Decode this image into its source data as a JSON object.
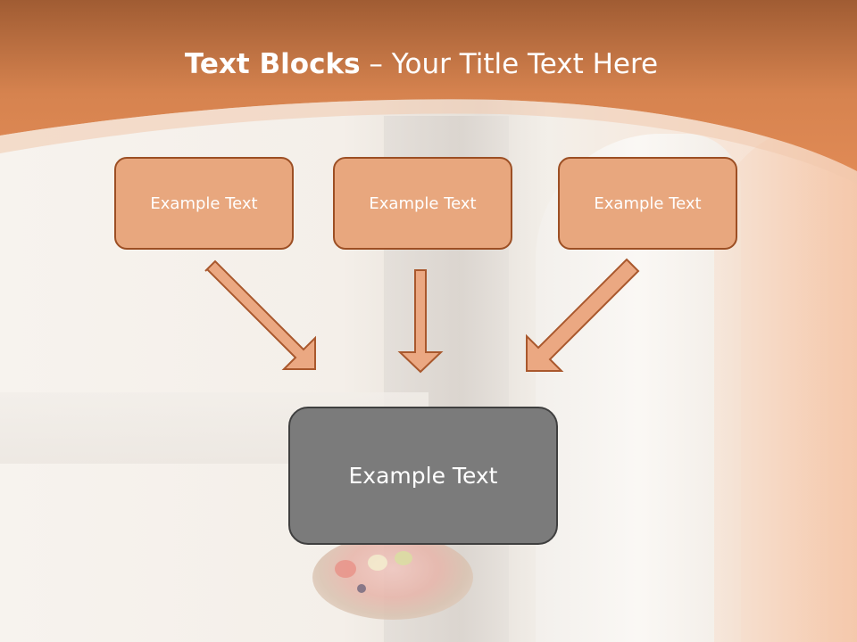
{
  "slide": {
    "title_bold": "Text Blocks",
    "title_dash": " – ",
    "title_rest": "Your Title Text Here",
    "blocks": [
      {
        "label": "Example Text"
      },
      {
        "label": "Example Text"
      },
      {
        "label": "Example Text"
      }
    ],
    "main_block": {
      "label": "Example Text"
    }
  },
  "colors": {
    "header_orange": "#d9844f",
    "block_fill": "#e8a77e",
    "block_border": "#9c4f24",
    "main_fill": "#7b7b7b",
    "main_border": "#3f3f3f",
    "arrow_fill": "#eba882",
    "arrow_stroke": "#a9582d"
  }
}
